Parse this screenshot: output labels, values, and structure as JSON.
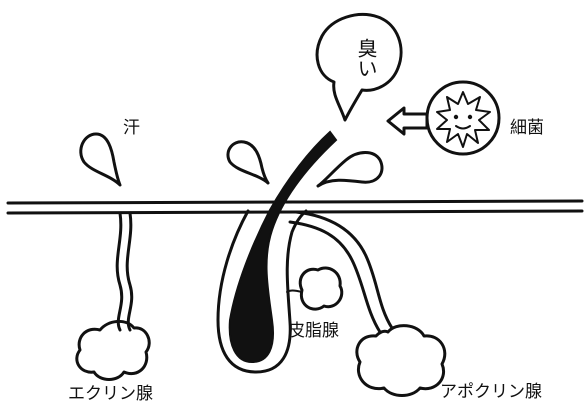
{
  "labels": {
    "smell": "臭い",
    "sweat": "汗",
    "bacteria": "細菌",
    "eccrine_gland": "エクリン腺",
    "sebaceous_gland": "皮脂腺",
    "apocrine_gland": "アポクリン腺"
  }
}
